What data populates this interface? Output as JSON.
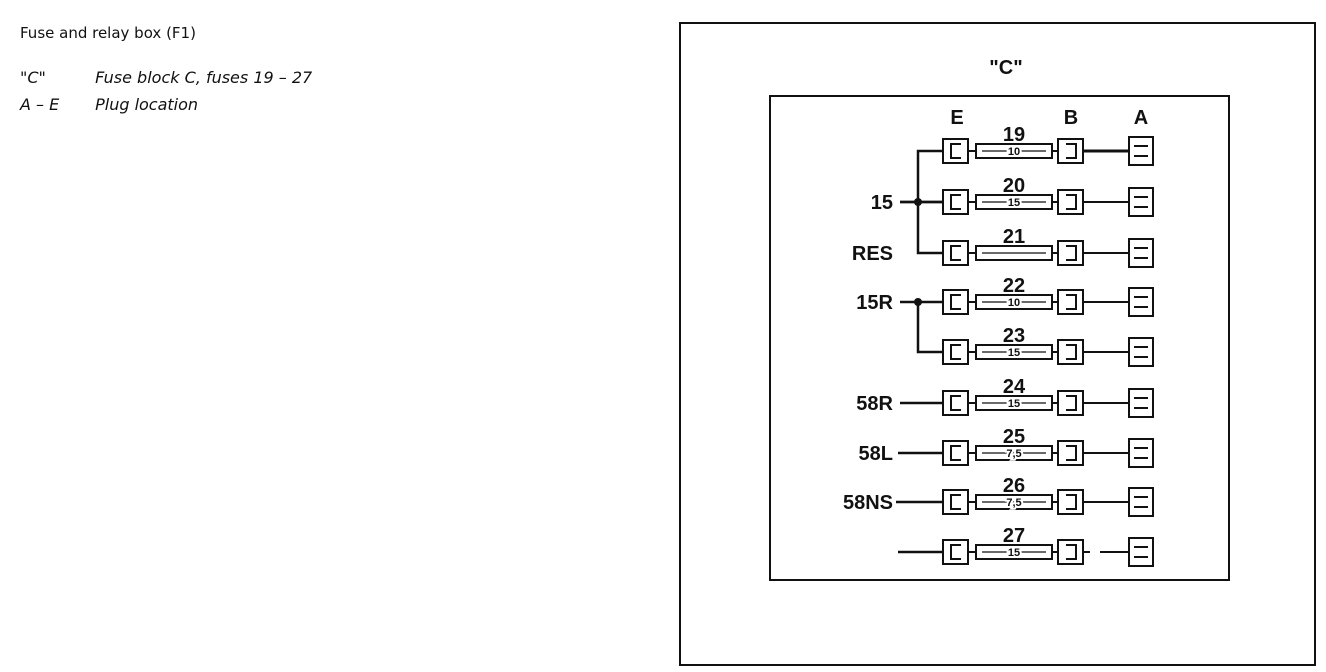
{
  "legend": {
    "title": "Fuse and relay box (F1)",
    "rows": [
      {
        "key": "\"C\"",
        "desc": "Fuse block C, fuses 19 – 27"
      },
      {
        "key": "A – E",
        "desc": "Plug location"
      }
    ]
  },
  "diagram": {
    "block_title": "\"C\"",
    "columns": [
      "E",
      "B",
      "A"
    ],
    "fuses": [
      {
        "number": "19",
        "rating": "10",
        "input": ""
      },
      {
        "number": "20",
        "rating": "15",
        "input": "15"
      },
      {
        "number": "21",
        "rating": "",
        "input": "RES"
      },
      {
        "number": "22",
        "rating": "10",
        "input": "15R"
      },
      {
        "number": "23",
        "rating": "15",
        "input": ""
      },
      {
        "number": "24",
        "rating": "15",
        "input": "58R"
      },
      {
        "number": "25",
        "rating": "7,5",
        "input": "58L"
      },
      {
        "number": "26",
        "rating": "7,5",
        "input": "58NS"
      },
      {
        "number": "27",
        "rating": "15",
        "input": ""
      }
    ]
  }
}
